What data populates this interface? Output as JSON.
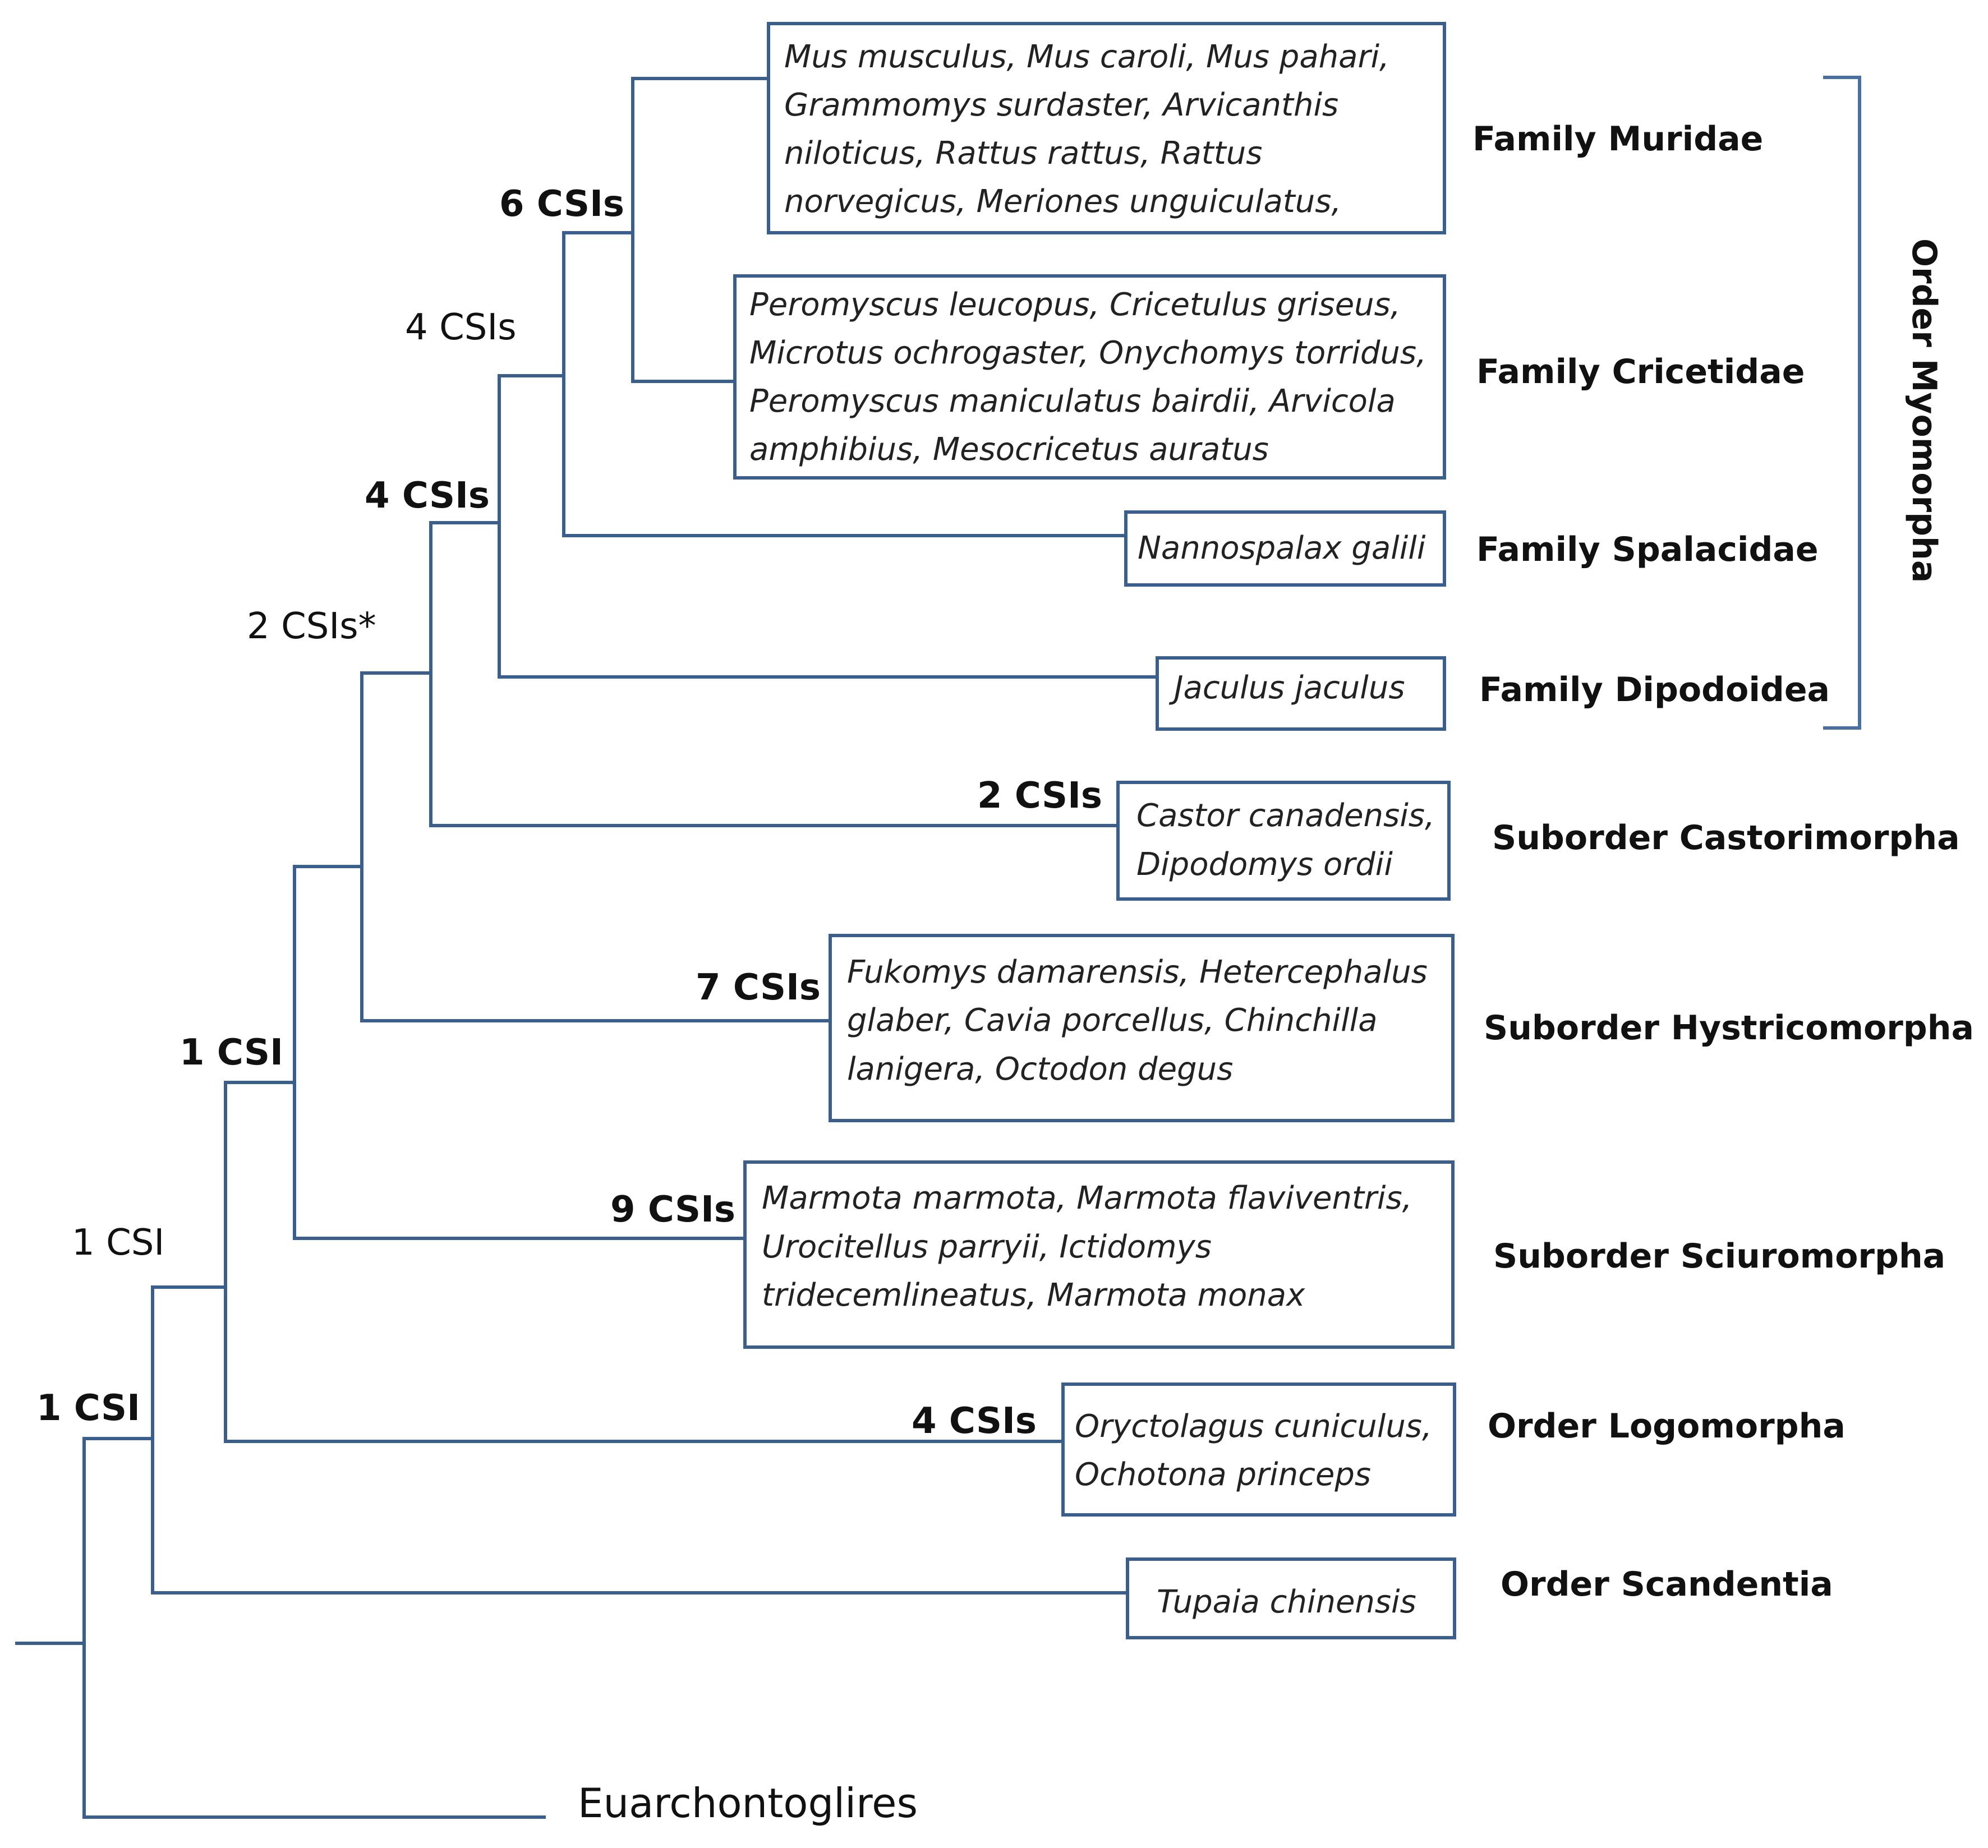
{
  "branch_color": "#3a5f8c",
  "node_labels": {
    "n1": "1 CSI",
    "n2": "1 CSI",
    "n3": "1 CSI",
    "n4": "2 CSIs*",
    "n5": "4 CSIs",
    "n6": "4 CSIs",
    "n7": "6 CSIs"
  },
  "branch_labels": {
    "castorimorpha": "2 CSIs",
    "hystricomorpha": "7 CSIs",
    "sciuromorpha": "9 CSIs",
    "logomorpha": "4 CSIs"
  },
  "taxa": [
    {
      "id": "muridae",
      "name": "Family Muridae",
      "species": [
        "Mus musculus, Mus caroli, Mus pahari,",
        "Grammomys surdaster, Arvicanthis",
        "niloticus, Rattus rattus, Rattus",
        "norvegicus, Meriones unguiculatus,"
      ]
    },
    {
      "id": "cricetidae",
      "name": "Family Cricetidae",
      "species": [
        "Peromyscus leucopus, Cricetulus griseus,",
        "Microtus ochrogaster, Onychomys torridus,",
        "Peromyscus maniculatus bairdii, Arvicola",
        "amphibius, Mesocricetus auratus"
      ]
    },
    {
      "id": "spalacidae",
      "name": "Family Spalacidae",
      "species": [
        "Nannospalax galili"
      ]
    },
    {
      "id": "dipodoidea",
      "name": "Family Dipodoidea",
      "species": [
        "Jaculus jaculus"
      ]
    },
    {
      "id": "castorimorpha",
      "name": "Suborder Castorimorpha",
      "species": [
        "Castor canadensis,",
        "Dipodomys ordii"
      ]
    },
    {
      "id": "hystricomorpha",
      "name": "Suborder Hystricomorpha",
      "species": [
        "Fukomys damarensis, Hetercephalus",
        "glaber, Cavia porcellus, Chinchilla",
        "lanigera, Octodon degus"
      ]
    },
    {
      "id": "sciuromorpha",
      "name": "Suborder Sciuromorpha",
      "species": [
        "Marmota marmota, Marmota flaviventris,",
        "Urocitellus parryii, Ictidomys",
        "tridecemlineatus, Marmota monax"
      ]
    },
    {
      "id": "logomorpha",
      "name": "Order Logomorpha",
      "species": [
        "Oryctolagus cuniculus,",
        "Ochotona princeps"
      ]
    },
    {
      "id": "scandentia",
      "name": "Order Scandentia",
      "species": [
        "Tupaia chinensis"
      ]
    }
  ],
  "group_label": "Order Myomorpha",
  "outgroup": "Euarchontoglires"
}
